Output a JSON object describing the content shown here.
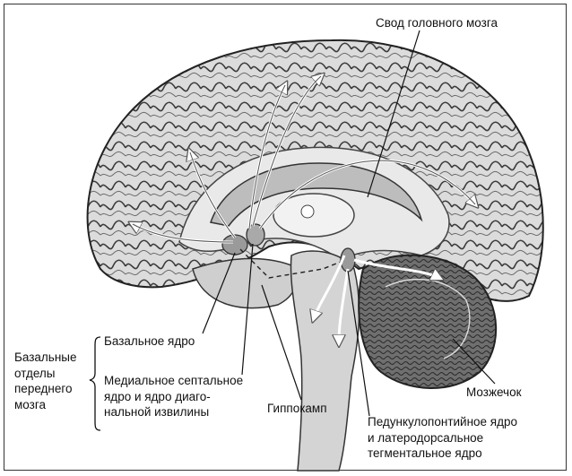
{
  "labels": {
    "fornix": "Свод головного мозга",
    "basal_forebrain": [
      "Базальные",
      "отделы",
      "переднего",
      "мозга"
    ],
    "basal_nucleus": "Базальное ядро",
    "medial_septal": [
      "Медиальное септальное",
      "ядро и ядро диаго-",
      "нальной извилины"
    ],
    "hippocampus": "Гиппокамп",
    "cerebellum": "Мозжечок",
    "pedunculopontine": [
      "Педункулопонтийное ядро",
      "и латеродорсальное",
      "тегментальное ядро"
    ]
  },
  "colors": {
    "brain_fill": "#d6d6d6",
    "brain_dark": "#8f8f8f",
    "gyri_line": "#3a3a3a",
    "arrow": "#ffffff",
    "text": "#111111"
  }
}
